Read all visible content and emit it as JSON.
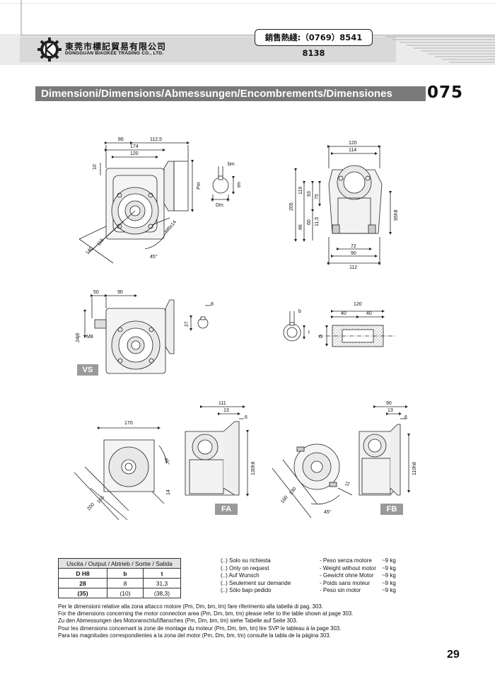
{
  "header": {
    "hotline": "銷售熱綫:（0769）8541 8138",
    "company_cn": "東莞市標記貿易有限公司",
    "company_en": "DONGGUAN BIAOKEE TRADING CO., LTD."
  },
  "title": "Dimensioni/Dimensions/Abmessungen/Encombrements/Dimensiones",
  "model": "075",
  "drawing_labels": {
    "vs": "VS",
    "fa": "FA",
    "fb": "FB",
    "top_front": [
      "86",
      "112,5",
      "174",
      "120",
      "10",
      "Pm",
      "M8x14",
      "115",
      "140",
      "45°"
    ],
    "shaft_key": [
      "bm",
      "tm",
      "Dm"
    ],
    "top_side": [
      "120",
      "114",
      "205",
      "119",
      "93",
      "75",
      "86",
      "60",
      "11,5",
      "95h8",
      "72",
      "90",
      "112"
    ],
    "vs_view": [
      "50",
      "90",
      "8",
      "27",
      "24j6",
      "M8"
    ],
    "hollow": [
      "b",
      "t",
      "D",
      "120",
      "40",
      "40"
    ],
    "fa_view": [
      "170",
      "45°",
      "165",
      "200",
      "14",
      "111",
      "13",
      "6",
      "130h8"
    ],
    "fb_view": [
      "90",
      "13",
      "6",
      "110h8",
      "130",
      "160",
      "11",
      "45°"
    ]
  },
  "table": {
    "caption": "Uscita / Output / Abtrieb / Sortie / Salida",
    "columns": [
      "D H8",
      "b",
      "t"
    ],
    "rows": [
      [
        "28",
        "8",
        "31,3"
      ],
      [
        "(35)",
        "(10)",
        "(38,3)"
      ]
    ]
  },
  "notes": [
    "(..) Solo su richiesta",
    "(..) Only on request",
    "(..) Auf Wunsch",
    "(..) Seulement sur demande",
    "(..) Sólo bajo pedido"
  ],
  "weights": [
    {
      "label": "- Peso senza motore",
      "value": "~9 kg"
    },
    {
      "label": "- Weight without motor",
      "value": "~9 kg"
    },
    {
      "label": "- Gewicht ohne Motor",
      "value": "~9 kg"
    },
    {
      "label": "- Poids sans moteur",
      "value": "~9 kg"
    },
    {
      "label": "- Peso sin motor",
      "value": "~9 kg"
    }
  ],
  "footnotes": [
    "Per le dimensioni relative alla zona attacco motore (Pm, Dm, bm, tm) fare riferimento alla tabella di pag. 303.",
    "For the dimensions concerning the motor connection area (Pm, Dm, bm, tm) please refer to the table shown at page 303.",
    "Zu den Abmessungen des Motoranschlußflansches  (Pm, Dm, bm, tm) siehe Tabelle auf Seite 303.",
    "Pour les dimensions concernant la zone de montage du  moteur (Pm, Dm, bm, tm) lire SVP le tableau à la page 303.",
    "Para las magnitudes correspondientes a la zona del motor (Pm, Dm, bm, tm) consulte la tabla de la página 303."
  ],
  "page_number": "29"
}
